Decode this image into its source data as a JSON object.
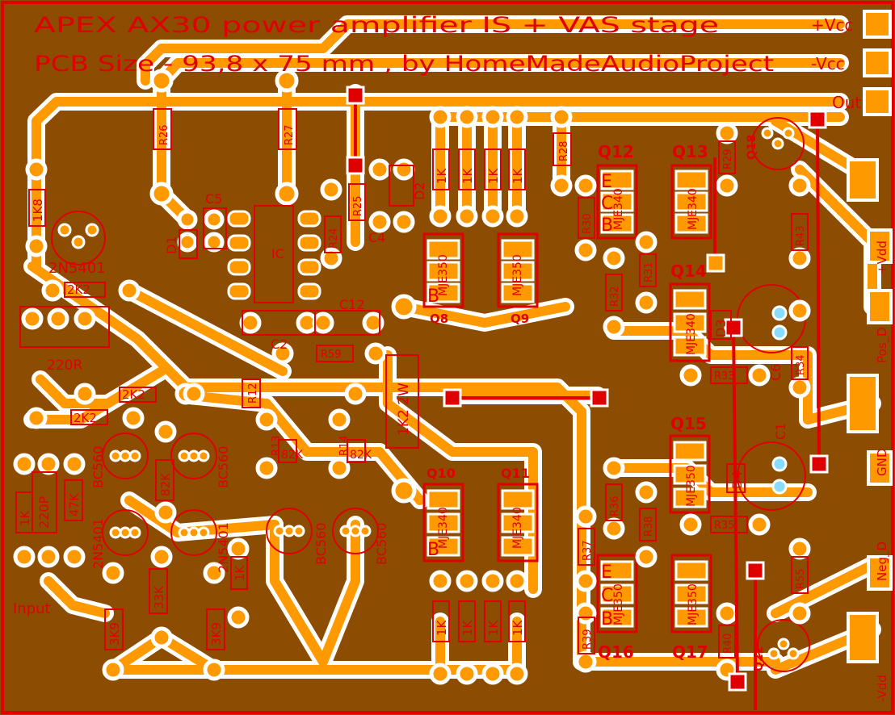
{
  "title_line1": "APEX AX30 power amplifier  IS + VAS stage",
  "title_line2": "PCB Size - 93,8 x 75 mm , by HomeMadeAudioProject",
  "colors": {
    "board": "#8c4d03",
    "copper": "#ff9900",
    "clearance": "#ffffff",
    "silk": "#e00000",
    "frame": "#e00000"
  },
  "connectors": {
    "vcc_pos": "+Vcc",
    "vcc_neg": "-Vcc",
    "out": "Out",
    "vdd_pos": "+Vdd",
    "pos_d": "Pos_D",
    "gnd": "GND",
    "neg_d": "Neg_D",
    "vdd_neg": "-Vdd",
    "input": "Input"
  },
  "transistors": {
    "q8": "Q8",
    "q9": "Q9",
    "q10": "Q10",
    "q11": "Q11",
    "q12": "Q12",
    "q13": "Q13",
    "q14": "Q14",
    "q15": "Q15",
    "q16": "Q16",
    "q17": "Q17",
    "q18": "Q18",
    "q22": "Q22"
  },
  "parts": {
    "mje350": "MJE350",
    "mje340": "MJE340",
    "bc560": "BC560",
    "n2n5401": "2N5401",
    "ic": "IC",
    "pin_e": "E",
    "pin_c": "C",
    "pin_b": "B"
  },
  "caps": {
    "c1": "C1",
    "c2": "C2",
    "c4": "C4",
    "c5": "C5",
    "c6": "C6",
    "c12": "C12",
    "c220p": "220P"
  },
  "diodes": {
    "d1": "D1",
    "d2": "D2",
    "d3": "D3",
    "d4": "D4"
  },
  "resistors": {
    "r12": "R12",
    "r13": "R13",
    "r14": "R14",
    "r24": "R24",
    "r25": "R25",
    "r26": "R26",
    "r27": "R27",
    "r28": "R28",
    "r29": "R29",
    "r30": "R30",
    "r31": "R31",
    "r32": "R32",
    "r33": "R33",
    "r34": "R34",
    "r35": "R35",
    "r36": "R36",
    "r37": "R37",
    "r38": "R38",
    "r39": "R39",
    "r40": "R40",
    "r43": "R43",
    "r55": "R55",
    "r59": "R59"
  },
  "values": {
    "v1k": "1K",
    "v1k8": "1K8",
    "v2k2": "2K2",
    "v220r": "220R",
    "v47k": "47K",
    "v82k": "82K",
    "v33k": "33K",
    "v3k9": "3K9",
    "v1k2_2w": "1K2 2W"
  }
}
